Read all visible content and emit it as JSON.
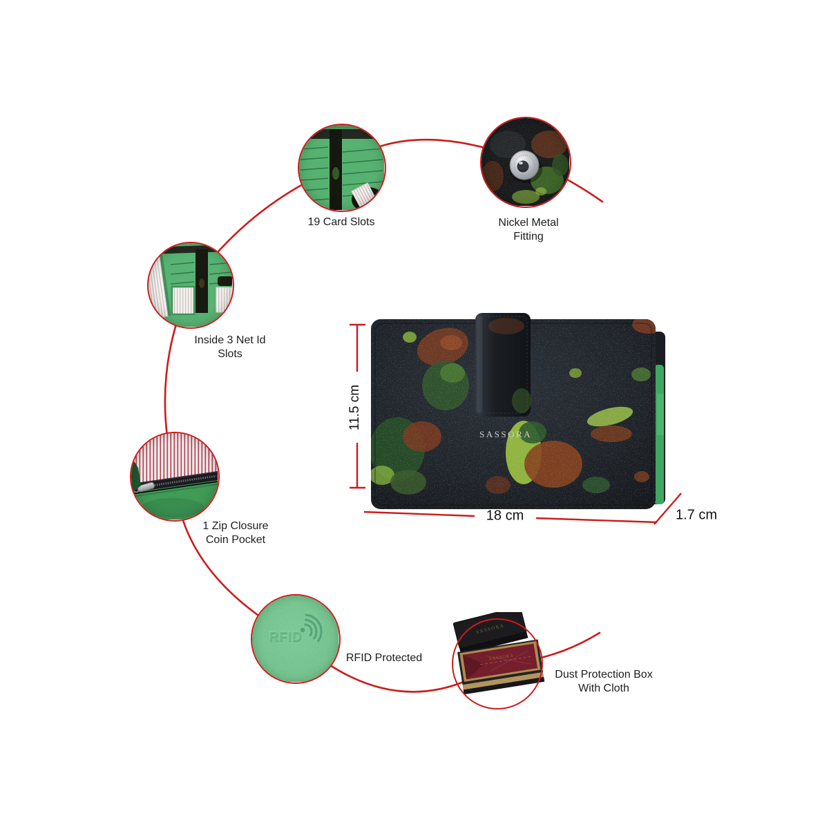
{
  "product": {
    "brand": "SASSORA"
  },
  "dimensions": {
    "height": "11.5 cm",
    "width": "18 cm",
    "depth": "1.7 cm"
  },
  "features": {
    "card_slots": {
      "label": "19 Card Slots"
    },
    "nickel_fitting": {
      "label": "Nickel Metal Fitting"
    },
    "net_id_slots": {
      "label": "Inside 3 Net Id Slots"
    },
    "zip_coin_pocket": {
      "label": "1 Zip Closure Coin Pocket"
    },
    "rfid": {
      "label": "RFID Protected",
      "embossed_text": "RFID"
    },
    "dust_box": {
      "label": "Dust Protection Box With Cloth"
    }
  },
  "colors": {
    "callout_red": "#cc1b1b",
    "label_text": "#1c1c1c",
    "leather_green": "#58b273",
    "rfid_green": "#74c28e",
    "wallet_base_dark": "#20252b",
    "floral_rust": "#7a3c22",
    "floral_lime": "#9cc441",
    "floral_olive": "#32562c",
    "lining_stripe_pink": "#b5485c",
    "nickel_silver": "#c6c9ce",
    "box_cloth_maroon": "#741f2b",
    "box_gold": "#b3945c"
  }
}
